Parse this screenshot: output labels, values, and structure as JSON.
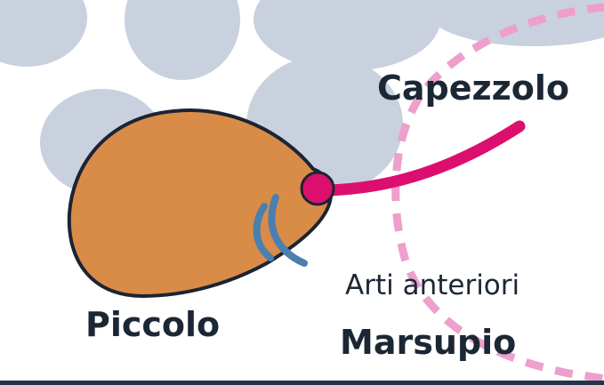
{
  "labels": {
    "nipple": "Capezzolo",
    "forelimbs": "Arti anteriori",
    "young": "Piccolo",
    "pouch": "Marsupio"
  },
  "colors": {
    "background_blobs": "#c9d1de",
    "pouch_outline": "#ee9fcb",
    "young_body": "#d98c48",
    "young_outline": "#1c2433",
    "nipple": "#dc0f6e",
    "forelimb": "#4a7fb0",
    "text": "#1c2735",
    "bottom_bar": "#23354a"
  }
}
